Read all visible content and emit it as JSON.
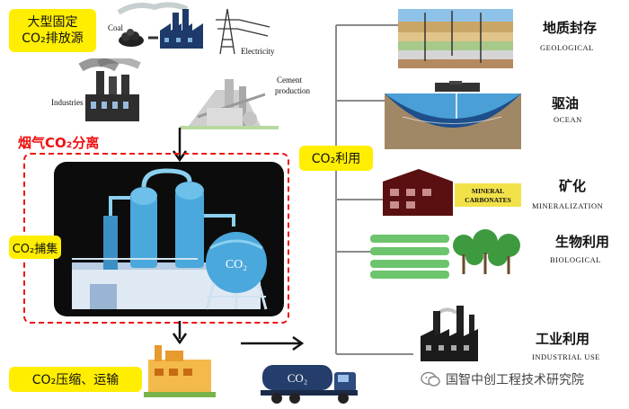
{
  "sources": {
    "title_line1": "大型固定",
    "title_line2": "CO₂排放源",
    "coal": "Coal",
    "electricity": "Electricity",
    "industries": "Industries",
    "cement_line1": "Cement",
    "cement_line2": "production"
  },
  "separation_title": "烟气CO₂分离",
  "capture_label": "CO₂捕集",
  "plant_tank_label": "CO₂",
  "compress_label": "CO₂压缩、运输",
  "truck_label": "CO₂",
  "utilization_label": "CO₂利用",
  "uses": [
    {
      "title": "地质封存",
      "subtitle": "GEOLOGICAL"
    },
    {
      "title": "驱油",
      "subtitle": "OCEAN"
    },
    {
      "title": "矿化",
      "subtitle": "MINERALIZATION"
    },
    {
      "title": "生物利用",
      "subtitle": "BIOLOGICAL"
    },
    {
      "title": "工业利用",
      "subtitle": "INDUSTRIAL USE"
    }
  ],
  "mineral_sign_line1": "MINERAL",
  "mineral_sign_line2": "CARBONATES",
  "watermark": "国智中创工程技术研究院",
  "colors": {
    "yellow": "#ffee00",
    "dashed_red": "#ee1111",
    "title_red": "#ee1111",
    "plant_blue": "#4aa8dc",
    "line_gray": "#8a8a8a"
  }
}
